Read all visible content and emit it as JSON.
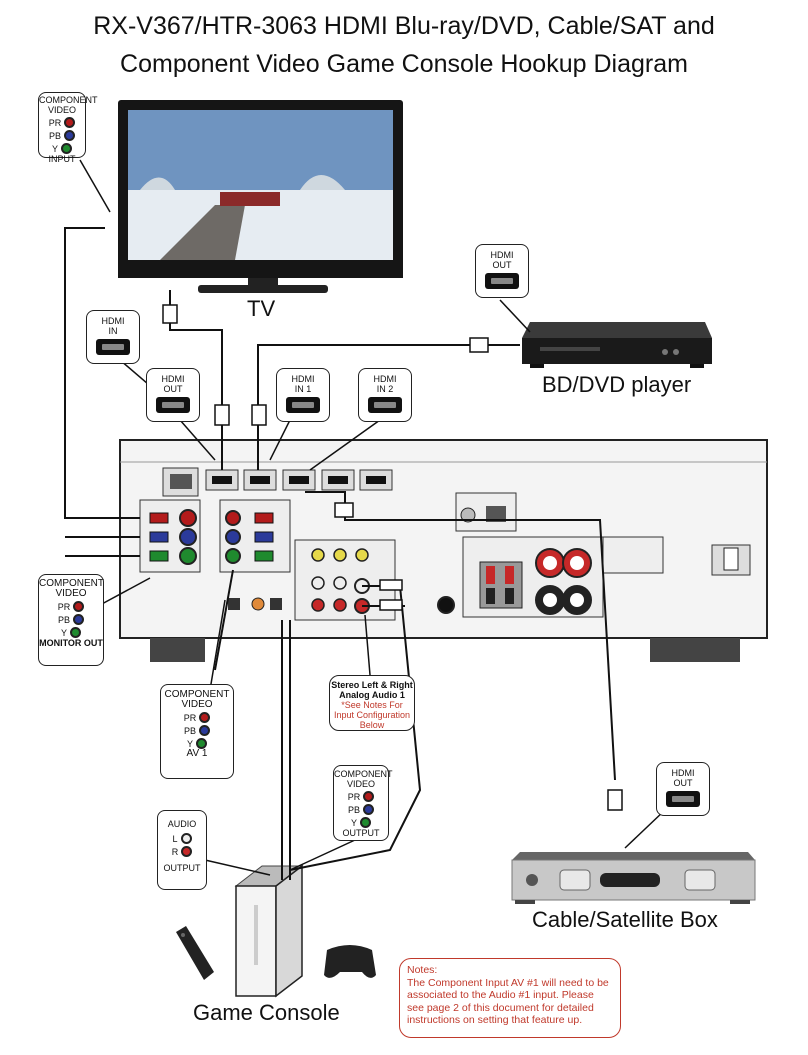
{
  "title": {
    "line1": "RX-V367/HTR-3063 HDMI Blu-ray/DVD, Cable/SAT and",
    "line2": "Component Video Game Console Hookup Diagram"
  },
  "devices": {
    "tv": "TV",
    "bd": "BD/DVD player",
    "cable": "Cable/Satellite Box",
    "console": "Game Console"
  },
  "callouts": {
    "tv_component": {
      "line1": "COMPONENT",
      "line2": "VIDEO",
      "pr": "PR",
      "pb": "PB",
      "y": "Y",
      "footer": "INPUT"
    },
    "tv_hdmi_in": {
      "line1": "HDMI",
      "line2": "IN"
    },
    "bd_hdmi_out": {
      "line1": "HDMI",
      "line2": "OUT"
    },
    "rx_hdmi_out": {
      "line1": "HDMI",
      "line2": "OUT"
    },
    "rx_hdmi_in1": {
      "line1": "HDMI",
      "line2": "IN 1"
    },
    "rx_hdmi_in2": {
      "line1": "HDMI",
      "line2": "IN 2"
    },
    "monitor_out": {
      "line1": "COMPONENT",
      "line2": "VIDEO",
      "pr": "PR",
      "pb": "PB",
      "y": "Y",
      "footer": "MONITOR OUT"
    },
    "av1": {
      "line1": "COMPONENT",
      "line2": "VIDEO",
      "pr": "PR",
      "pb": "PB",
      "y": "Y",
      "footer": "AV 1"
    },
    "stereo": {
      "line1": "Stereo Left & Right",
      "line2": "Analog Audio 1",
      "note1": "*See Notes For",
      "note2": "Input Configuration",
      "note3": "Below"
    },
    "cable_hdmi_out": {
      "line1": "HDMI",
      "line2": "OUT"
    },
    "console_component": {
      "line1": "COMPONENT",
      "line2": "VIDEO",
      "pr": "PR",
      "pb": "PB",
      "y": "Y",
      "footer": "OUTPUT"
    },
    "console_audio": {
      "line1": "AUDIO",
      "l": "L",
      "r": "R",
      "footer": "OUTPUT"
    }
  },
  "notes": {
    "heading": "Notes:",
    "body": "The Component Input AV #1 will need to be associated to the Audio #1 input.  Please see page 2 of this document for detailed instructions on setting that feature up."
  },
  "colors": {
    "accent_red": "#c0392b",
    "pr": "#b31b1b",
    "pb": "#2b3a9a",
    "y": "#1f8a2e"
  }
}
